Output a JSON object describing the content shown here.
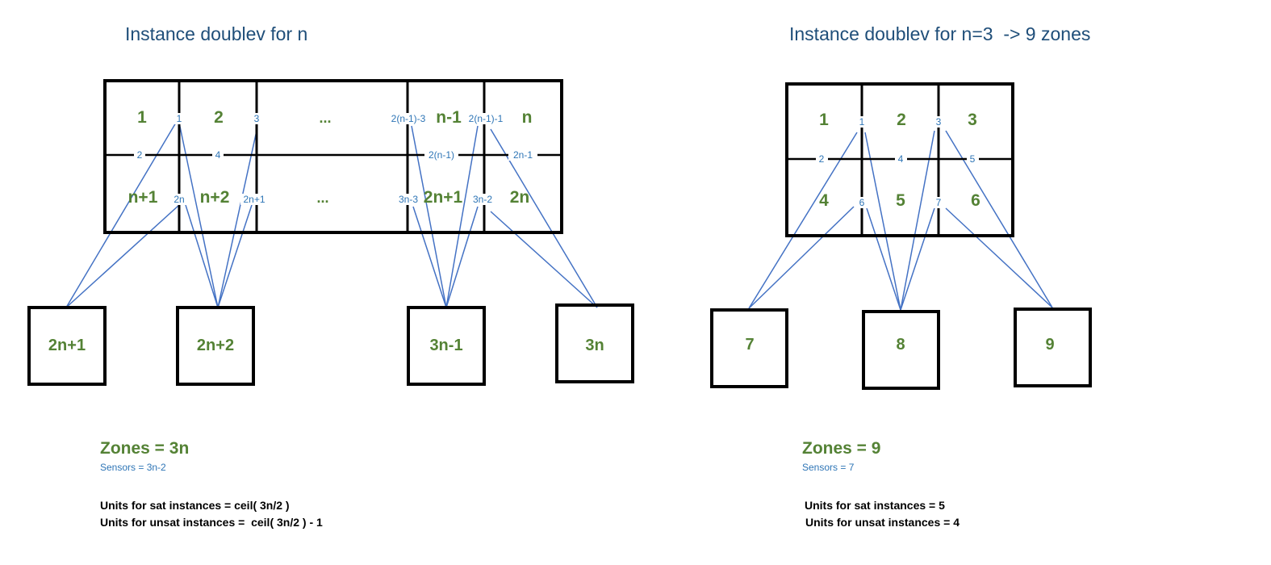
{
  "left": {
    "title": "Instance doublev for n",
    "zones": [
      "1",
      "2",
      "...",
      "n-1",
      "n",
      "n+1",
      "n+2",
      "...",
      "2n+1",
      "2n"
    ],
    "sensors": [
      "1",
      "3",
      "2(n-1)-3",
      "2(n-1)-1",
      "2",
      "4",
      "2(n-1)",
      "2n-1",
      "2n",
      "2n+1",
      "3n-3",
      "3n-2"
    ],
    "units": [
      "2n+1",
      "2n+2",
      "3n-1",
      "3n"
    ],
    "zones_formula": "Zones = 3n",
    "sensors_formula": "Sensors = 3n-2",
    "units_sat": "Units for sat instances = ceil( 3n/2 )",
    "units_unsat": "Units for unsat instances =  ceil( 3n/2 ) - 1"
  },
  "right": {
    "title": "Instance doublev for n=3  -> 9 zones",
    "zones": [
      "1",
      "2",
      "3",
      "4",
      "5",
      "6"
    ],
    "sensors": [
      "1",
      "3",
      "2",
      "4",
      "5",
      "6",
      "7"
    ],
    "units": [
      "7",
      "8",
      "9"
    ],
    "zones_formula": "Zones = 9",
    "sensors_formula": "Sensors = 7",
    "units_sat": "Units for sat instances = 5",
    "units_unsat": "Units for unsat instances = 4"
  },
  "colors": {
    "zone_text": "#548235",
    "sensor_text": "#2e75b6",
    "title_text": "#1f4e79",
    "connector": "#4472c4",
    "frame": "#000000"
  }
}
